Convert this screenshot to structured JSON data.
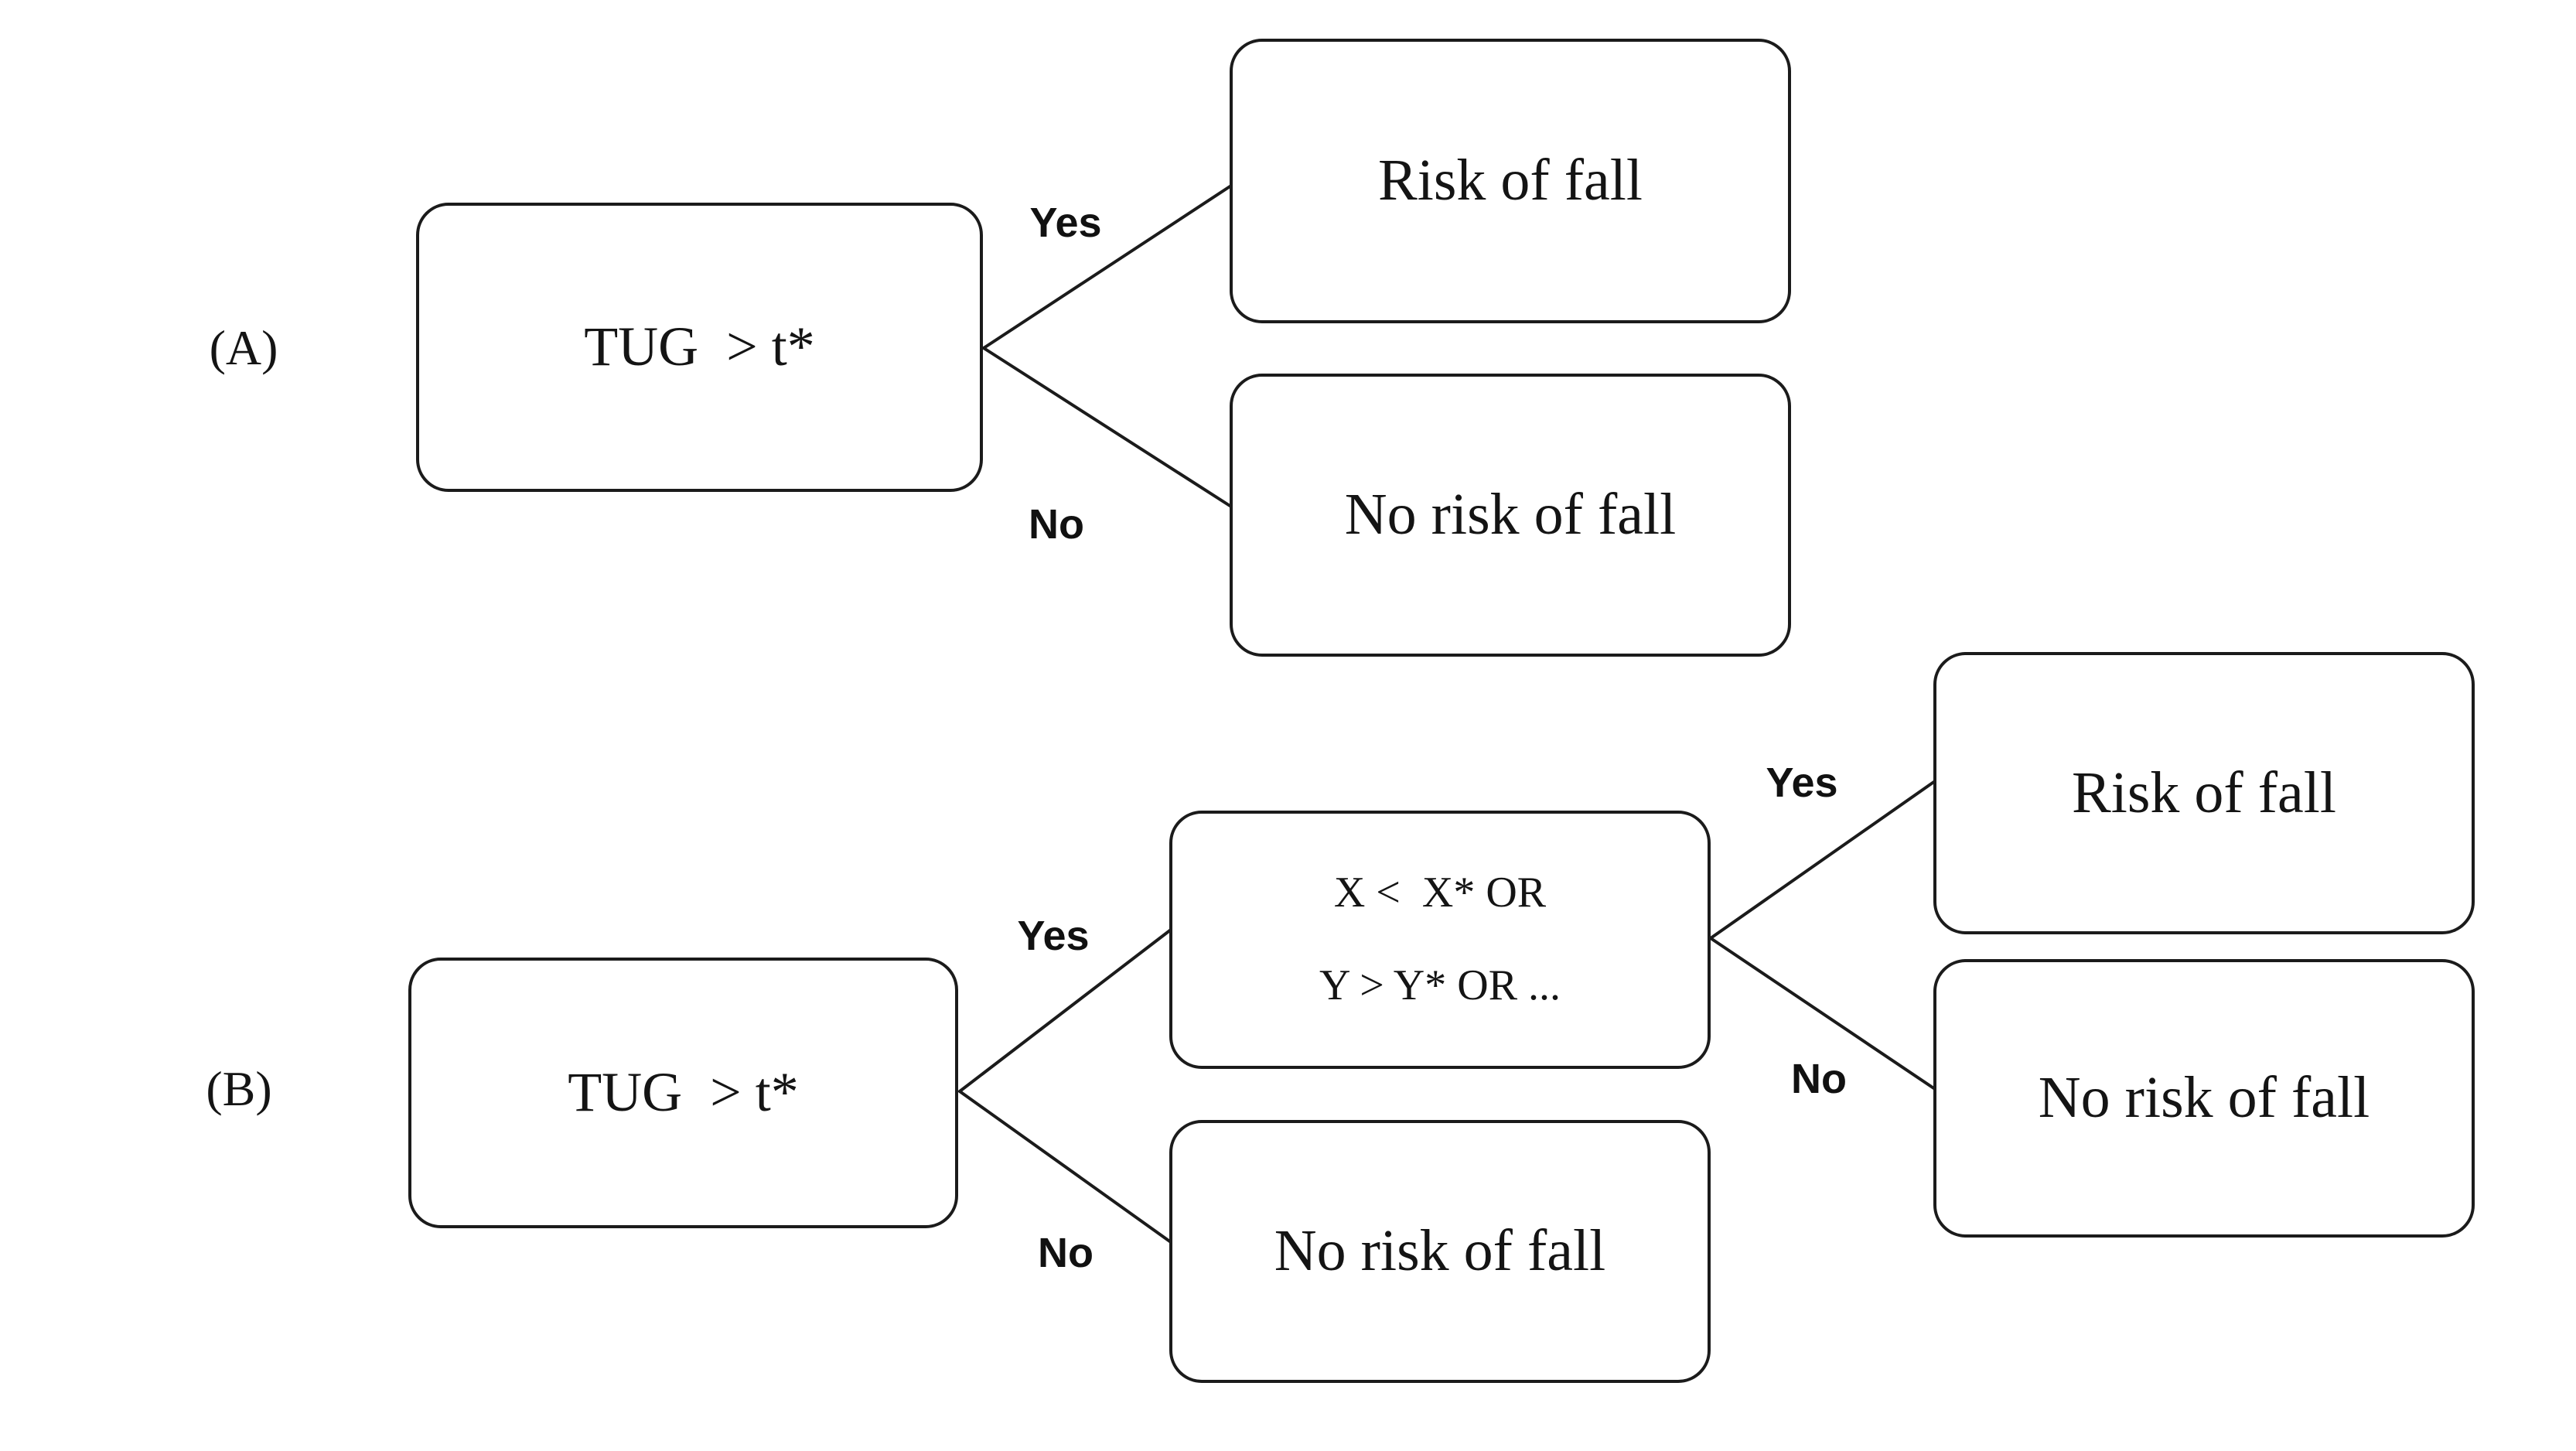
{
  "figure": {
    "background": "#ffffff",
    "ink_color": "#1b1b1b",
    "panel_a": {
      "label": "(A)",
      "root": "TUG  > t*",
      "edge_yes": "Yes",
      "edge_no": "No",
      "leaf_risk": "Risk of fall",
      "leaf_no_risk": "No risk of fall"
    },
    "panel_b": {
      "label": "(B)",
      "root": "TUG  > t*",
      "edge_yes_1": "Yes",
      "edge_no_1": "No",
      "decision_line_1": "X <  X* OR",
      "decision_line_2": "Y > Y* OR ...",
      "leaf_no_risk_bottom": "No risk of fall",
      "edge_yes_2": "Yes",
      "edge_no_2": "No",
      "leaf_risk": "Risk of fall",
      "leaf_no_risk_right": "No risk of fall"
    }
  }
}
